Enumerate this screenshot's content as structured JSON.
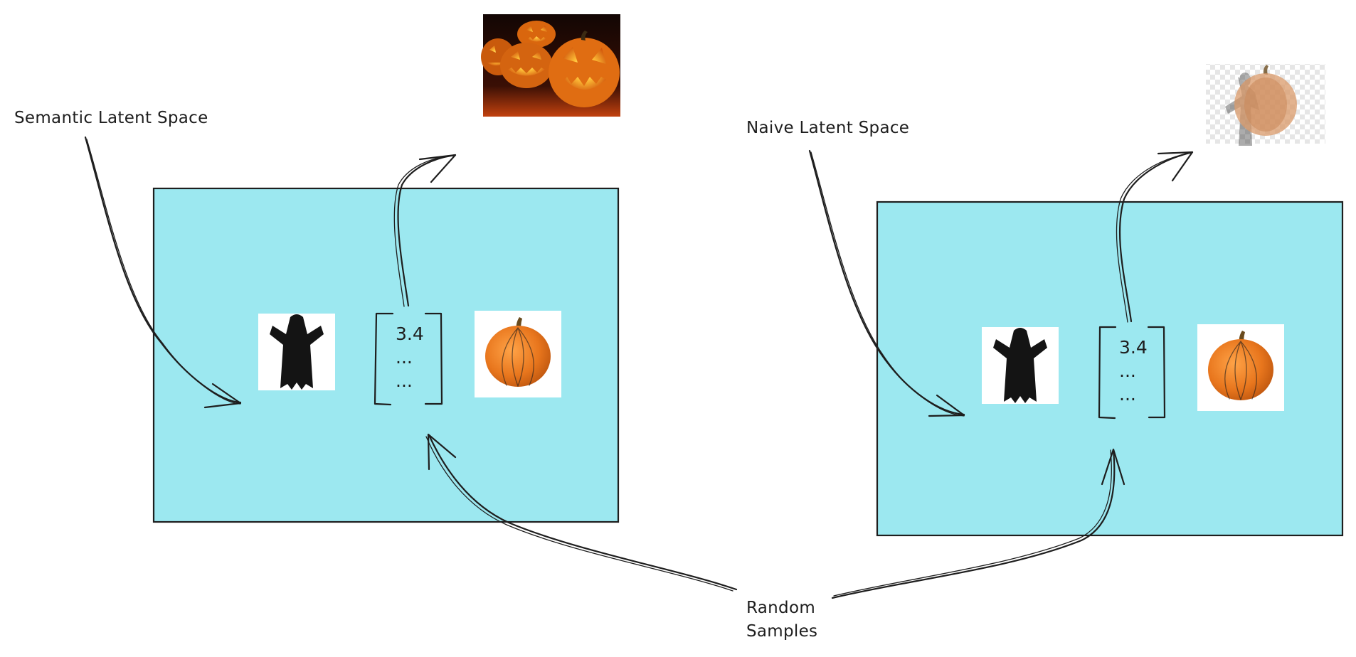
{
  "labels": {
    "semantic": "Semantic Latent Space",
    "naive": "Naive Latent Space",
    "random_line1": "Random",
    "random_line2": "Samples"
  },
  "vector": {
    "first": "3.4",
    "second": "...",
    "third": "..."
  },
  "colors": {
    "latent_box": "#9ce8f0",
    "ink": "#1e1e1e",
    "pumpkin": "#e8761d"
  },
  "images": {
    "ghost": "ghost-costume-image",
    "pumpkin": "pumpkin-image",
    "jack_o_lanterns": "jack-o-lanterns-image",
    "blended": "ghost-pumpkin-blend-image"
  }
}
